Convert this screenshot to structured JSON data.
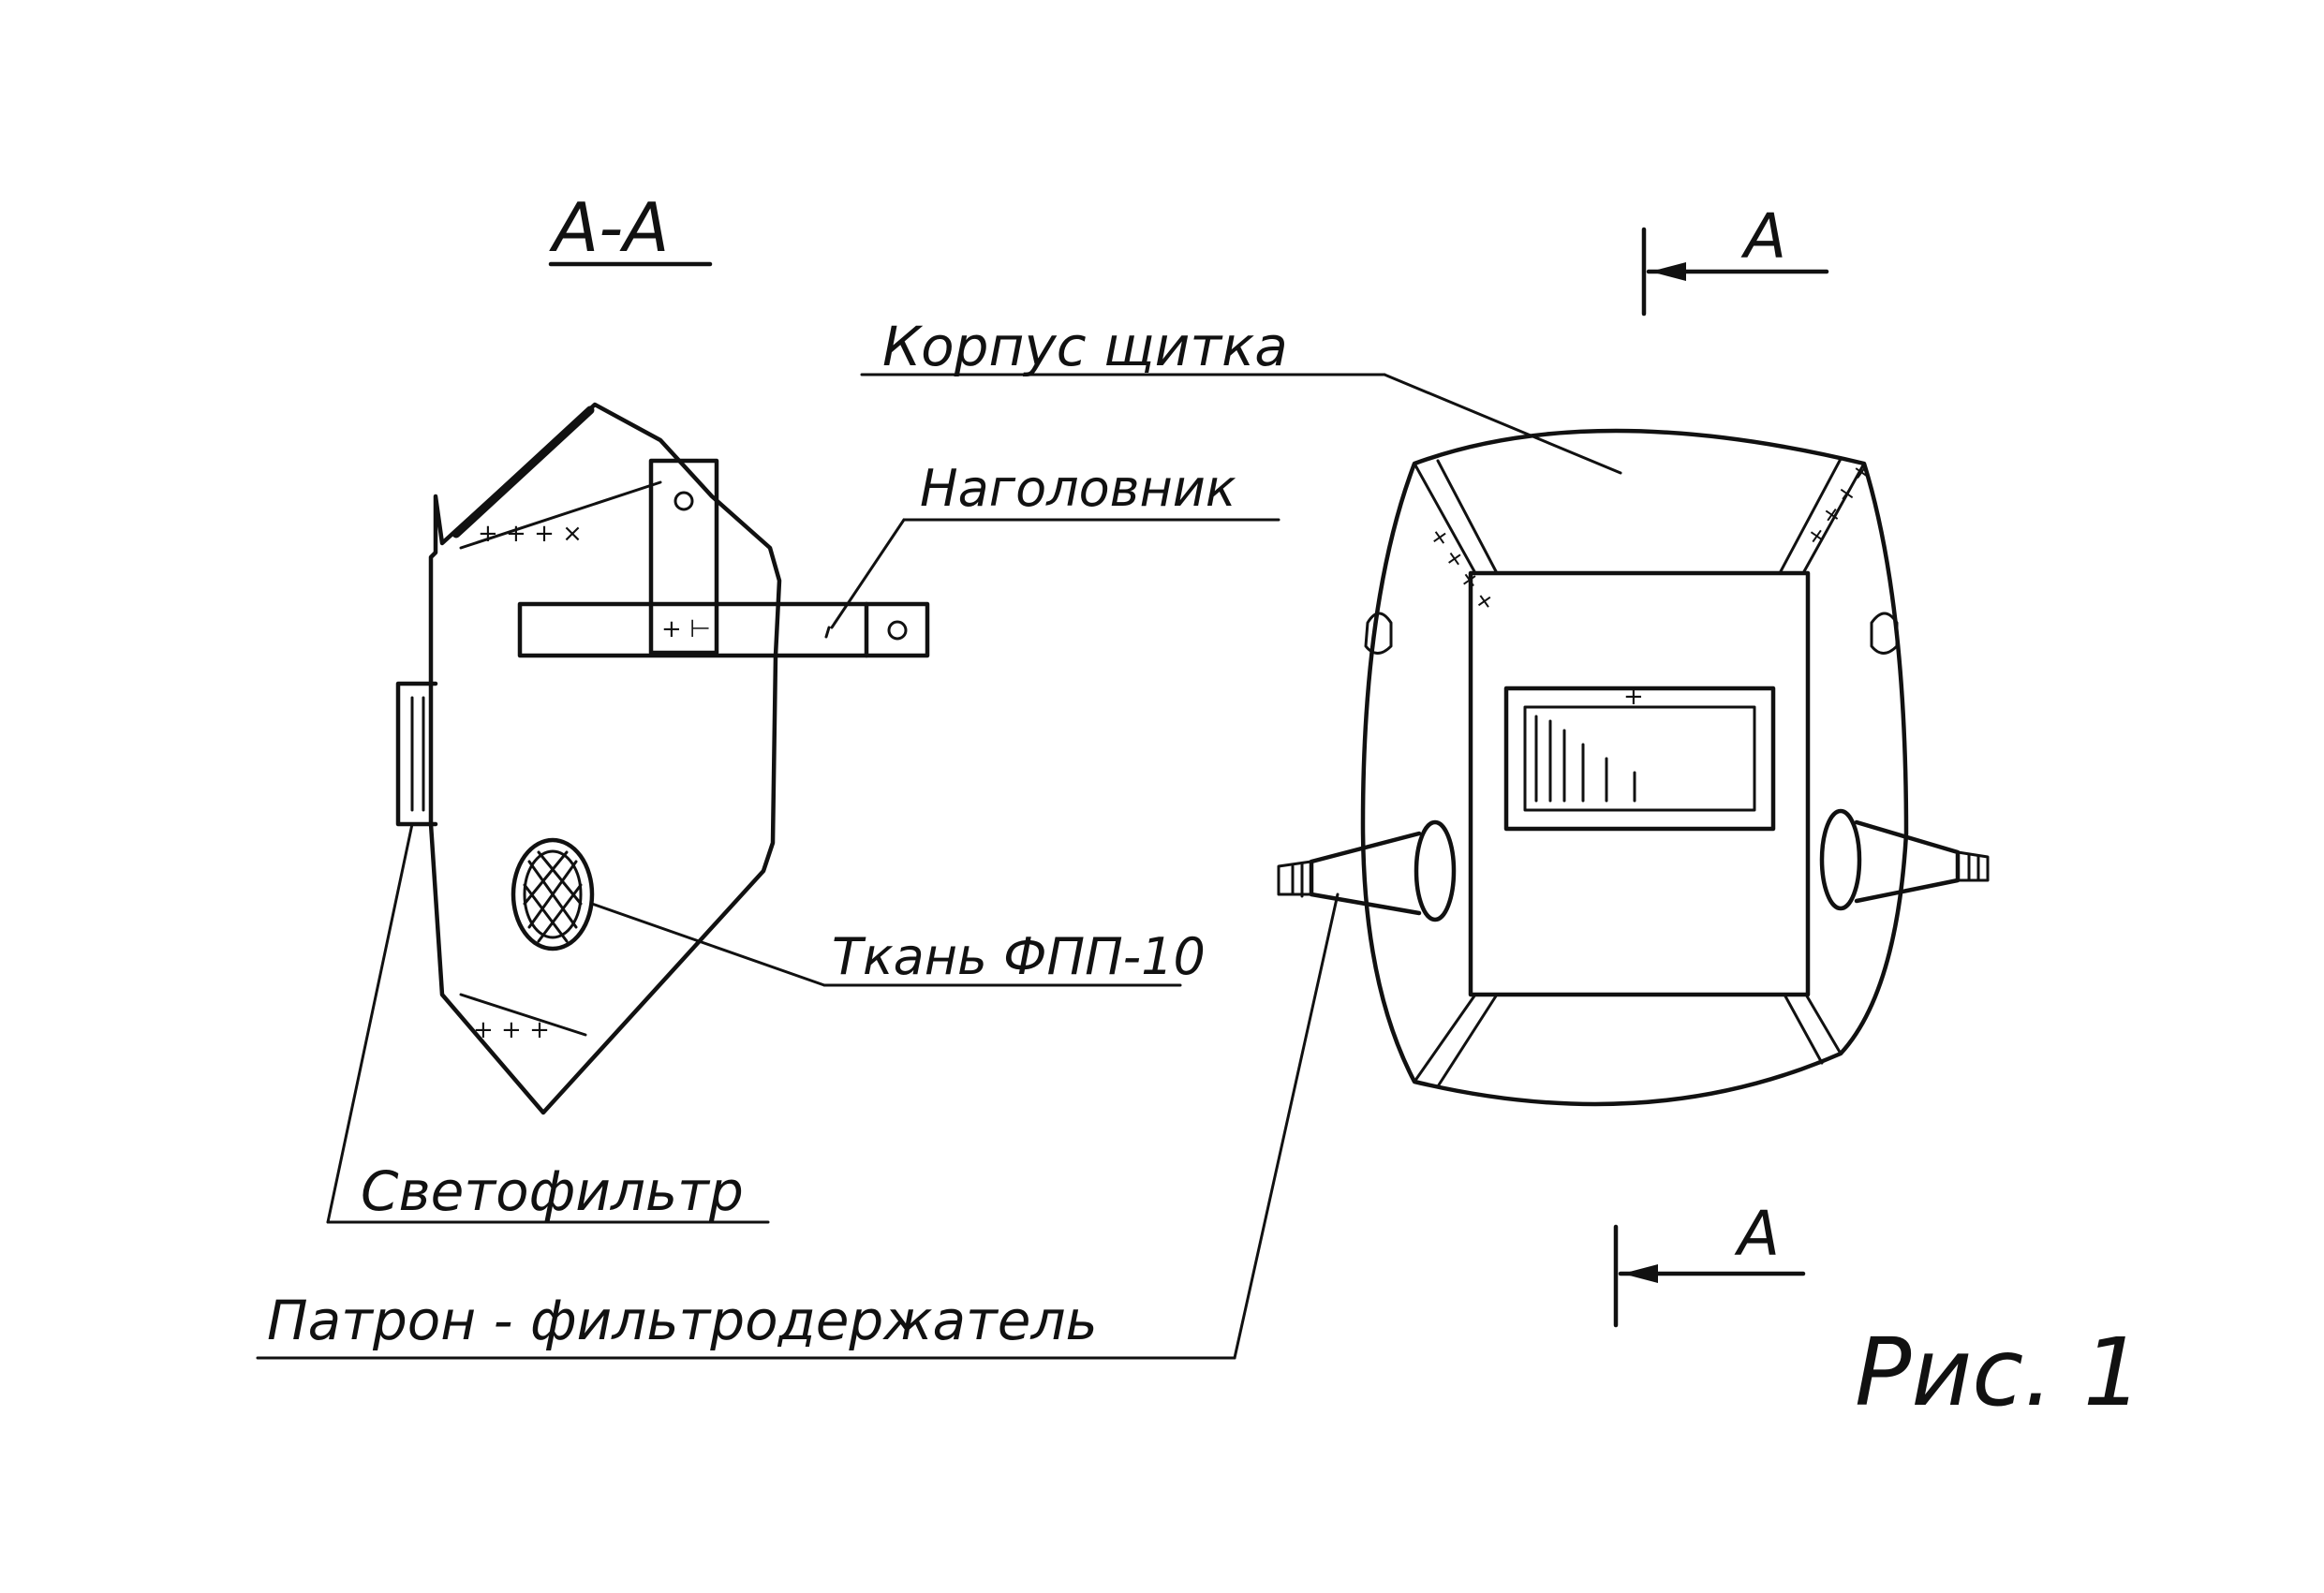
{
  "section_label": "A-A",
  "section_marker": "A",
  "labels": {
    "shield_body": "Корпус щитка",
    "headband": "Наголовник",
    "fabric": "Ткань ФПП-10",
    "light_filter": "Светофильтр",
    "filter_holder": "Патрон - фильтродержатель"
  },
  "figure_caption": "Рис. 1",
  "colors": {
    "ink": "#111111",
    "paper": "#ffffff"
  }
}
